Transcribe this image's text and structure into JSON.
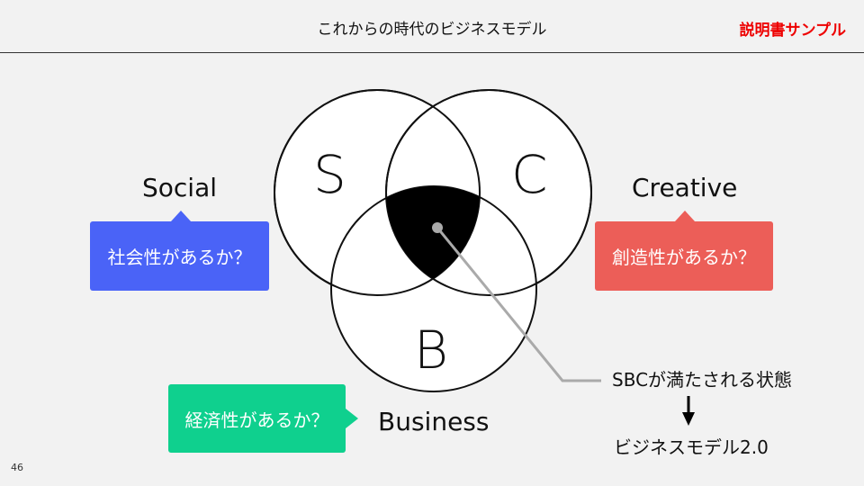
{
  "header": {
    "title": "これからの時代のビジネスモデル",
    "sample_label": "説明書サンプル"
  },
  "venn": {
    "s": "S",
    "c": "C",
    "b": "B"
  },
  "labels": {
    "social": "Social",
    "creative": "Creative",
    "business": "Business"
  },
  "callouts": {
    "social": "社会性があるか？",
    "creative": "創造性があるか？",
    "business": "経済性があるか？"
  },
  "annotation": {
    "state": "SBCが満たされる状態",
    "result": "ビジネスモデル2.0"
  },
  "colors": {
    "social": "#4a63f7",
    "creative": "#ec5e58",
    "business": "#0fd08e"
  },
  "page_number": "46"
}
